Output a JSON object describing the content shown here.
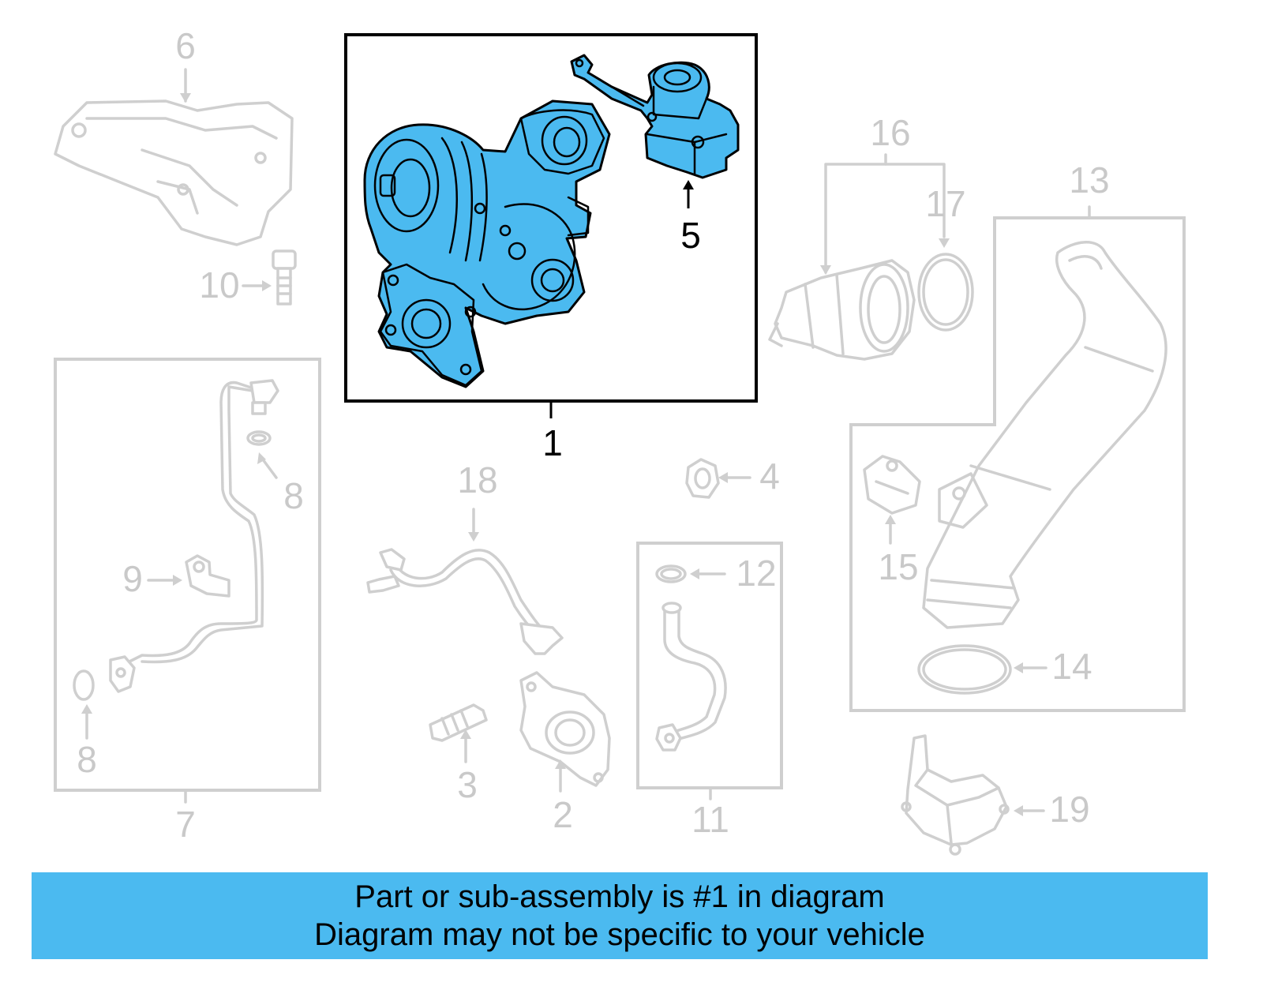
{
  "callouts": {
    "c1": "1",
    "c2": "2",
    "c3": "3",
    "c4": "4",
    "c5": "5",
    "c6": "6",
    "c7": "7",
    "c8a": "8",
    "c8b": "8",
    "c9": "9",
    "c10": "10",
    "c11": "11",
    "c12": "12",
    "c13": "13",
    "c14": "14",
    "c15": "15",
    "c16": "16",
    "c17": "17",
    "c18": "18",
    "c19": "19"
  },
  "highlighted_part": "1",
  "colors": {
    "highlight": "#4bbaf0",
    "inactive": "#cfcfcf",
    "banner": "#4bbaf0"
  },
  "banner": {
    "line1": "Part or sub-assembly is #1 in diagram",
    "line2": "Diagram may not be specific to your vehicle"
  }
}
